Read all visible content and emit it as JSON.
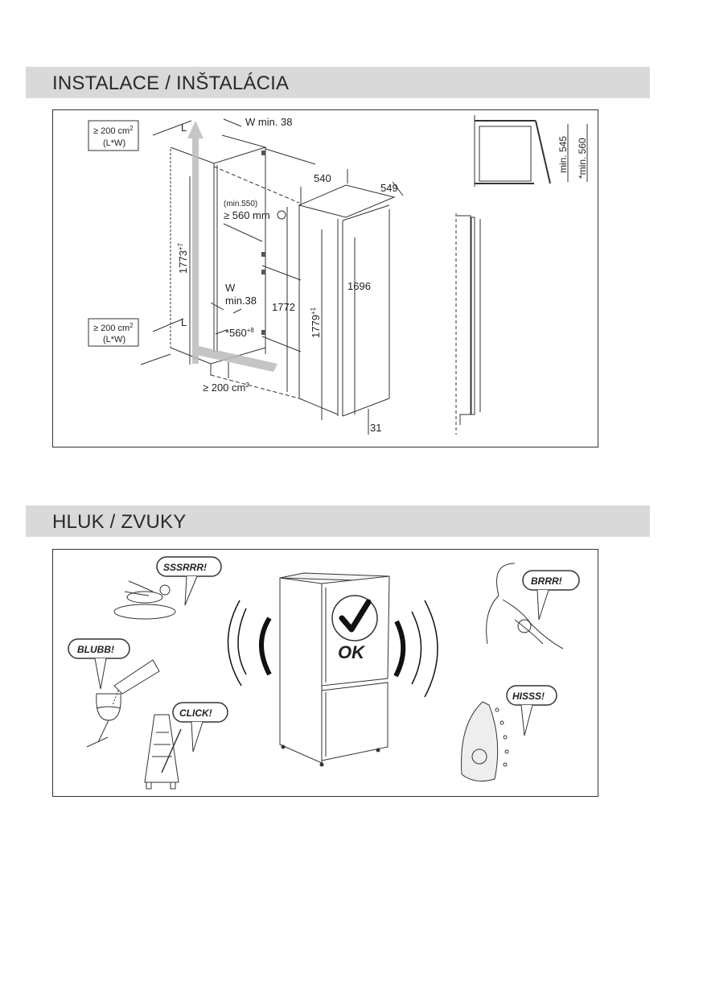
{
  "sections": [
    {
      "title": "INSTALACE / INŠTALÁCIA"
    },
    {
      "title": "HLUK / ZVUKY"
    }
  ],
  "installation": {
    "vent_top": {
      "area": "≥ 200 cm",
      "sup": "2",
      "formula": "(L*W)"
    },
    "vent_bottom": {
      "area": "≥ 200 cm",
      "sup": "2",
      "formula": "(L*W)"
    },
    "label_L_top": "L",
    "label_W_top": "W min. 38",
    "label_L_bottom": "L",
    "label_W_bottom": "W",
    "label_W_bottom_min": "min.38",
    "niche_height": "1773",
    "niche_height_tol": "+7",
    "depth_min_note": "(min.550)",
    "depth_min": "≥ 560 mm",
    "niche_width": "*560",
    "niche_width_tol": "+8",
    "height_1772": "1772",
    "plinth_vent": "≥ 200 cm",
    "plinth_vent_sup": "2",
    "width_540": "540",
    "depth_549": "549",
    "appliance_height": "1779",
    "appliance_height_tol": "+1",
    "height_1696": "1696",
    "gap_31": "31",
    "side_min_545": "min. 545",
    "side_min_560": "*min. 560"
  },
  "noise": {
    "fly": "SSSRRR!",
    "wine": "BLUBB!",
    "metronome": "CLICK!",
    "cat": "BRRR!",
    "iron": "HISSS!",
    "ok": "OK"
  }
}
